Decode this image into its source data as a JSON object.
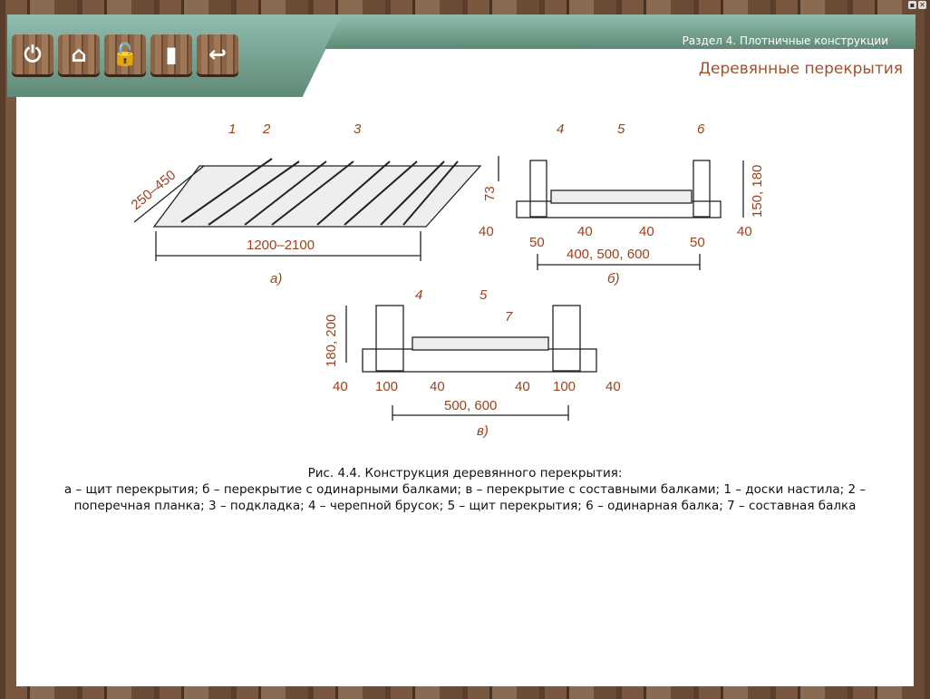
{
  "header": {
    "section": "Раздел 4. Плотничные конструкции",
    "title": "Деревянные перекрытия"
  },
  "toolbar": [
    {
      "icon": "power-icon",
      "glyph": "⏻"
    },
    {
      "icon": "home-icon",
      "glyph": "⌂"
    },
    {
      "icon": "lock-icon",
      "glyph": "🔓"
    },
    {
      "icon": "book-icon",
      "glyph": "▮"
    },
    {
      "icon": "back-icon",
      "glyph": "↩"
    }
  ],
  "window_controls": {
    "minimize": "▪",
    "close": "✕"
  },
  "figure": {
    "a": {
      "labels": [
        "1",
        "2",
        "3"
      ],
      "dims": [
        "250–450",
        "1200–2100"
      ],
      "caption": "а)"
    },
    "b": {
      "labels": [
        "4",
        "5",
        "6"
      ],
      "dims": [
        "73",
        "150, 180",
        "40",
        "50",
        "40",
        "40",
        "50",
        "40",
        "400, 500, 600"
      ],
      "caption": "б)"
    },
    "v": {
      "labels": [
        "4",
        "5",
        "7"
      ],
      "dims": [
        "180, 200",
        "40",
        "100",
        "40",
        "40",
        "100",
        "40",
        "500, 600"
      ],
      "caption": "в)"
    }
  },
  "caption": {
    "title": "Рис. 4.4. Конструкция деревянного перекрытия:",
    "text": "а – щит перекрытия; б – перекрытие с одинарными балками; в – перекрытие с составными балками; 1 – доски настила; 2 – поперечная планка; 3 – подкладка; 4 – черепной брусок; 5 – щит перекрытия; 6 – одинарная балка; 7 – составная балка"
  }
}
